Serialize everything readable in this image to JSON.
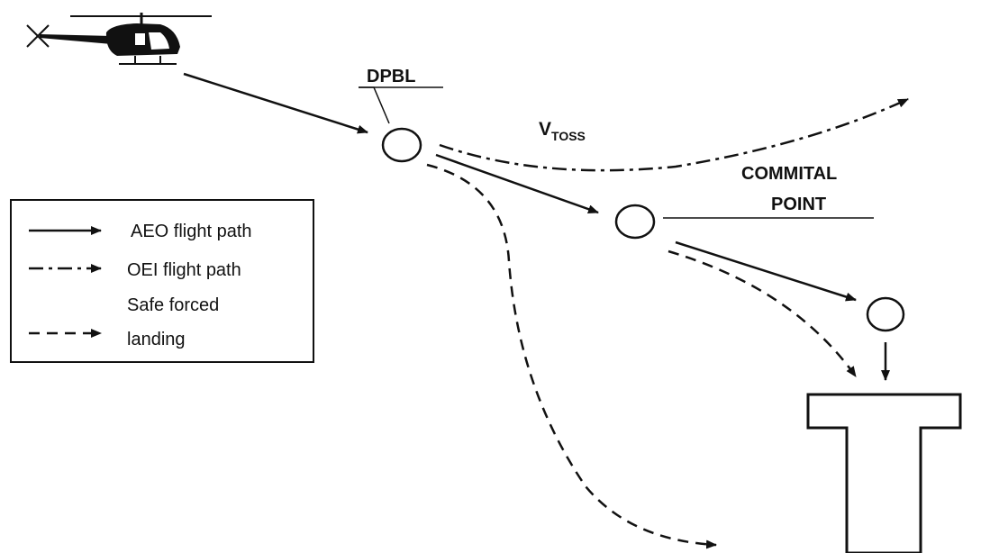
{
  "labels": {
    "dpbl": "DPBL",
    "vtoss_main": "V",
    "vtoss_sub": "TOSS",
    "commital_line1": "COMMITAL",
    "commital_line2": "POINT"
  },
  "legend": {
    "aeo": "AEO flight path",
    "oei": "OEI flight path",
    "safe_line1": "Safe forced",
    "safe_line2": "landing"
  },
  "icons": {
    "aircraft": "helicopter-icon",
    "platform": "helideck-platform-icon"
  },
  "colors": {
    "ink": "#111111",
    "background": "#ffffff"
  }
}
